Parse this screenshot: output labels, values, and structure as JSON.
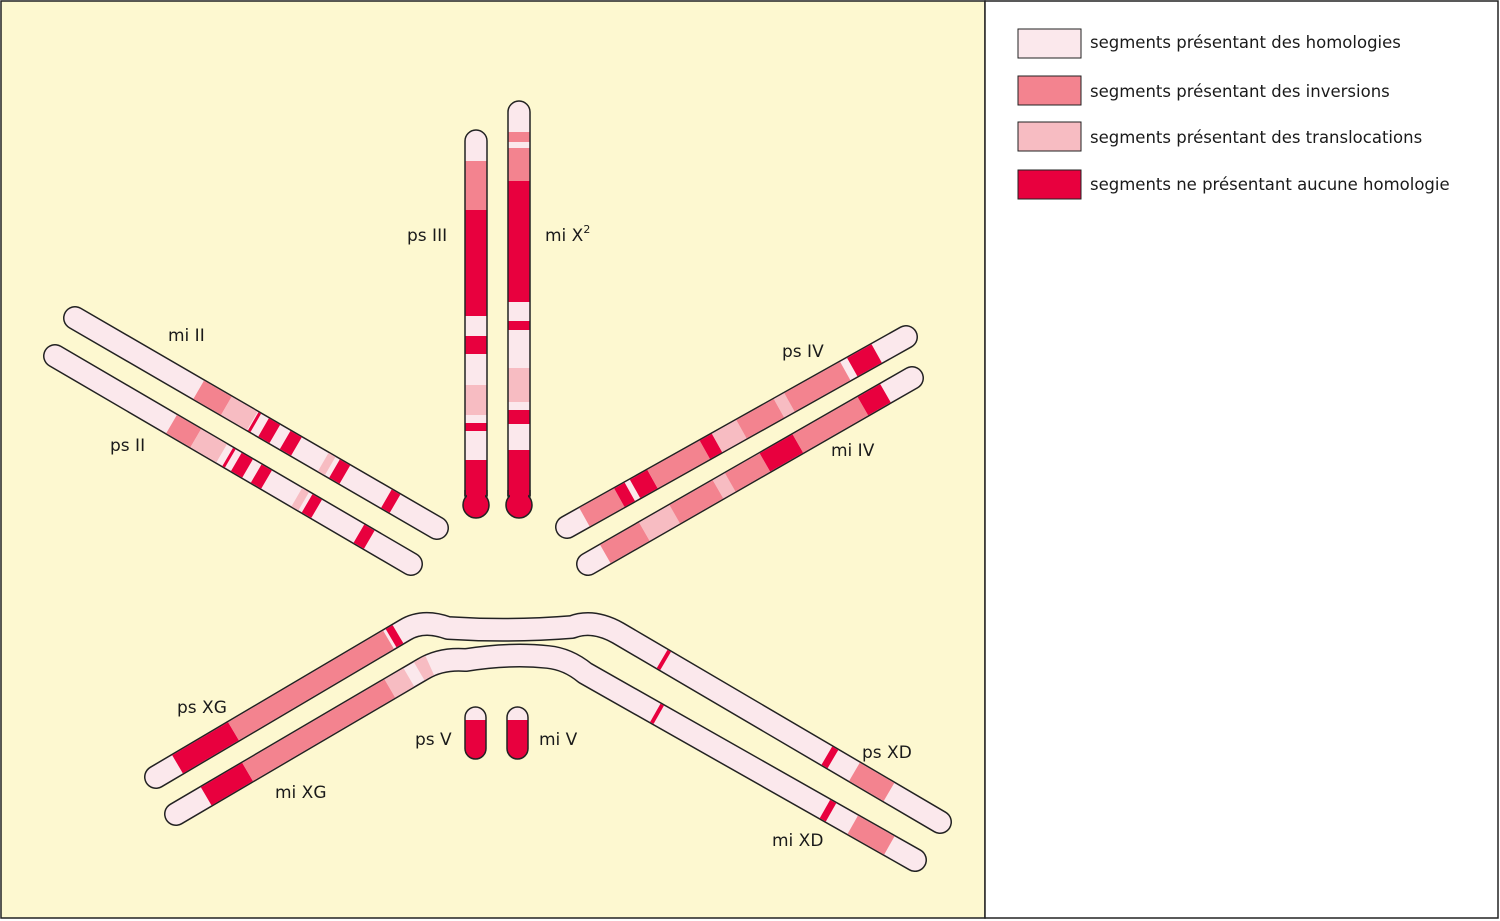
{
  "colors": {
    "background": "#fdf8d0",
    "homology": "#fbe8ec",
    "inversion": "#f3838f",
    "translocation": "#f7bcc2",
    "no_homology": "#e8003e",
    "outline": "#222222"
  },
  "legend": [
    {
      "key": "homology",
      "label": "segments présentant des homologies"
    },
    {
      "key": "inversion",
      "label": "segments présentant des inversions"
    },
    {
      "key": "translocation",
      "label": "segments présentant des translocations"
    },
    {
      "key": "no_homology",
      "label": "segments ne présentant aucune homologie"
    }
  ],
  "labels": {
    "ps_III": "ps III",
    "mi_X2": "mi X",
    "mi_X2_sup": "2",
    "mi_II": "mi II",
    "ps_II": "ps II",
    "ps_IV": "ps IV",
    "mi_IV": "mi IV",
    "ps_XG": "ps XG",
    "mi_XG": "mi XG",
    "ps_V": "ps V",
    "mi_V": "mi V",
    "ps_XD": "ps XD",
    "mi_XD": "mi XD"
  }
}
